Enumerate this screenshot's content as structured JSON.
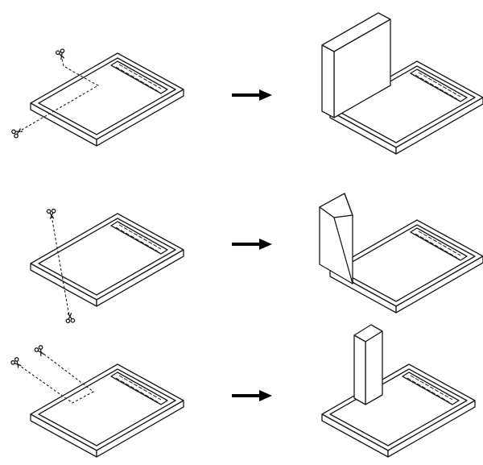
{
  "diagram": {
    "rows": [
      {
        "id": "row-1",
        "cut": "full-width-diagonal",
        "result": "wide-panel"
      },
      {
        "id": "row-2",
        "cut": "narrow-diagonal",
        "result": "folded-panel"
      },
      {
        "id": "row-3",
        "cut": "corner-notch",
        "result": "narrow-column"
      }
    ],
    "stroke_color": "#1a1a1a",
    "background": "#ffffff",
    "icons": [
      "scissors-icon",
      "arrow-right-icon"
    ]
  }
}
